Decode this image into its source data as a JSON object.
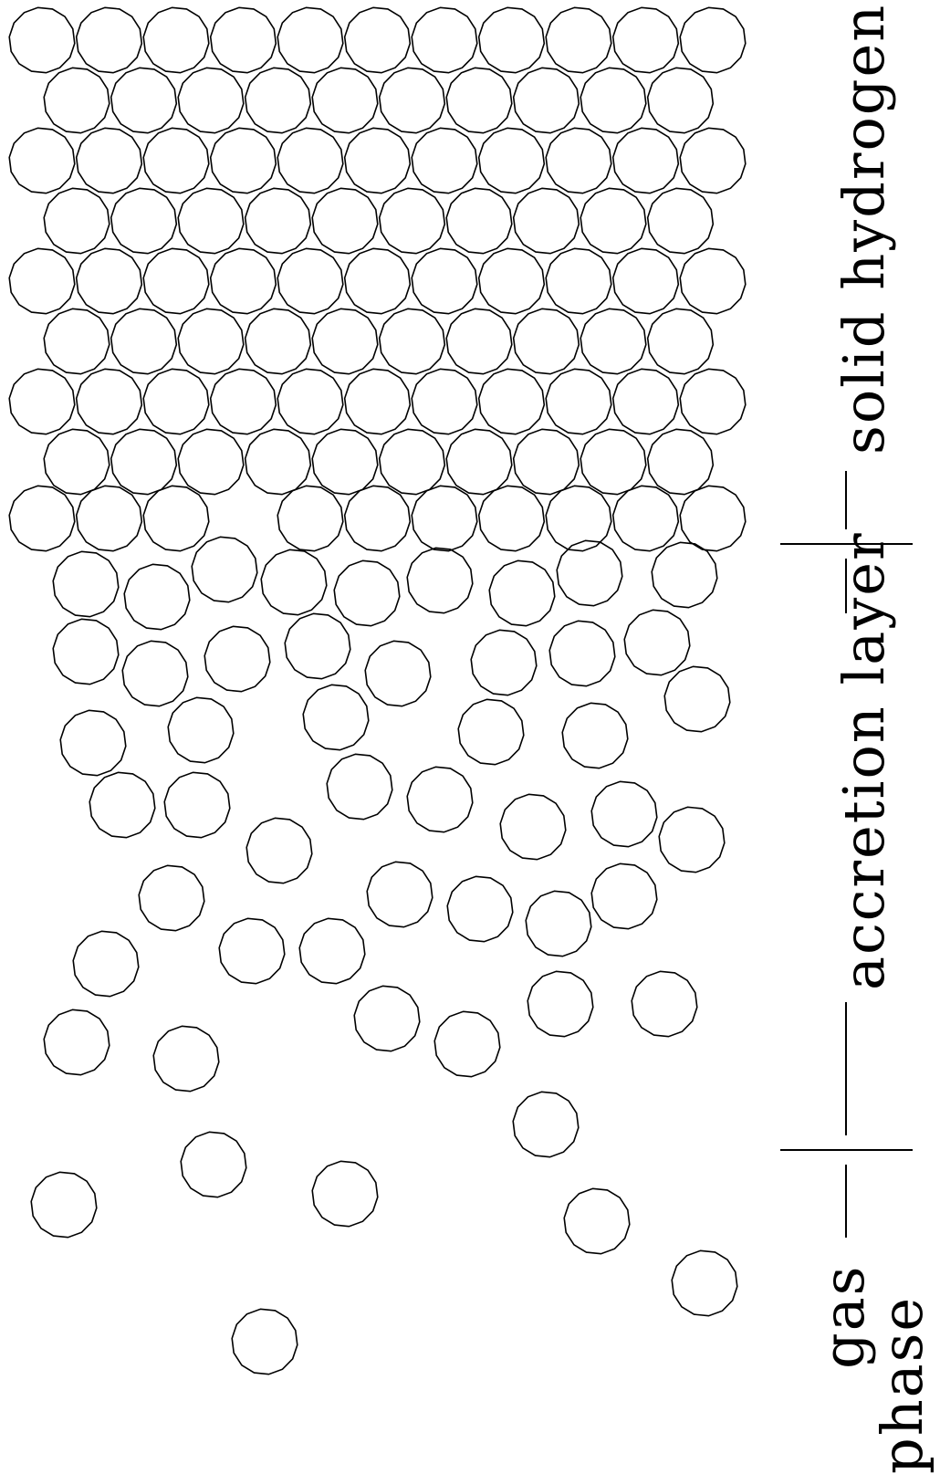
{
  "labels": {
    "solid": "solid hydrogen",
    "accretion": "accretion layer",
    "gas_line1": "gas",
    "gas_line2": "phase"
  },
  "colors": {
    "ink": "#000000",
    "background": "#ffffff"
  },
  "molecule_shape": "polygon-circle"
}
